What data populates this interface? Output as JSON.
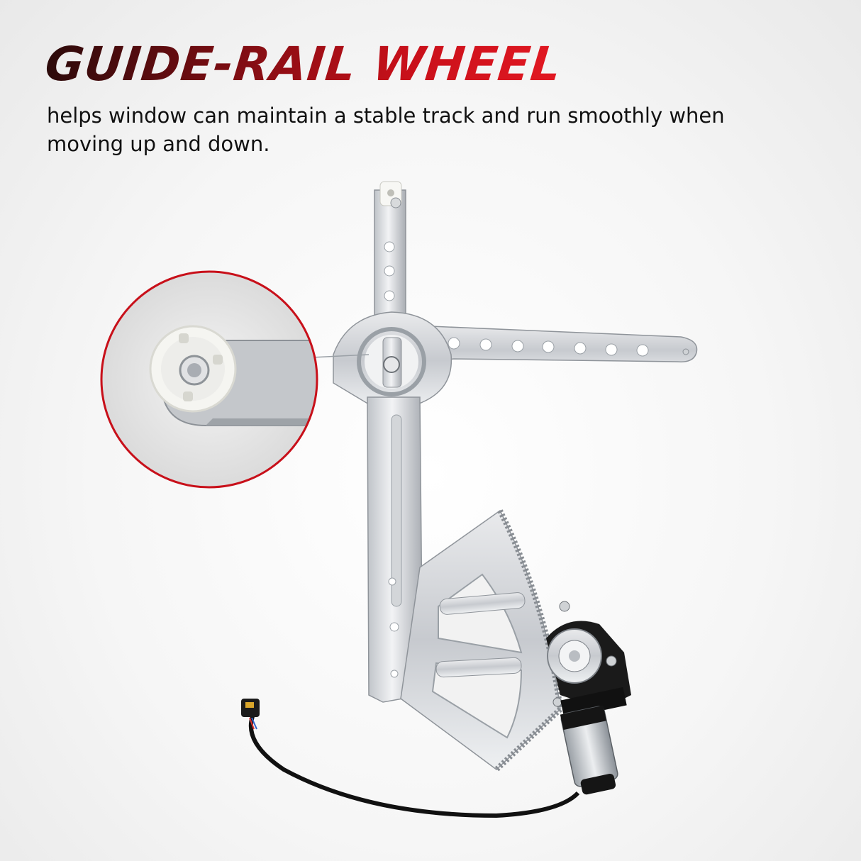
{
  "headline": "GUIDE-RAIL WHEEL",
  "description": "helps window can maintain a stable track and run smoothly when moving up and down.",
  "colors": {
    "accent_red": "#c8101a",
    "dark_red": "#2b0a0a",
    "metal": "#d9dbde",
    "motor_black": "#141414"
  },
  "illustration": {
    "subject": "window-regulator-with-motor",
    "callout_icon": "guide-rail-wheel-closeup"
  }
}
